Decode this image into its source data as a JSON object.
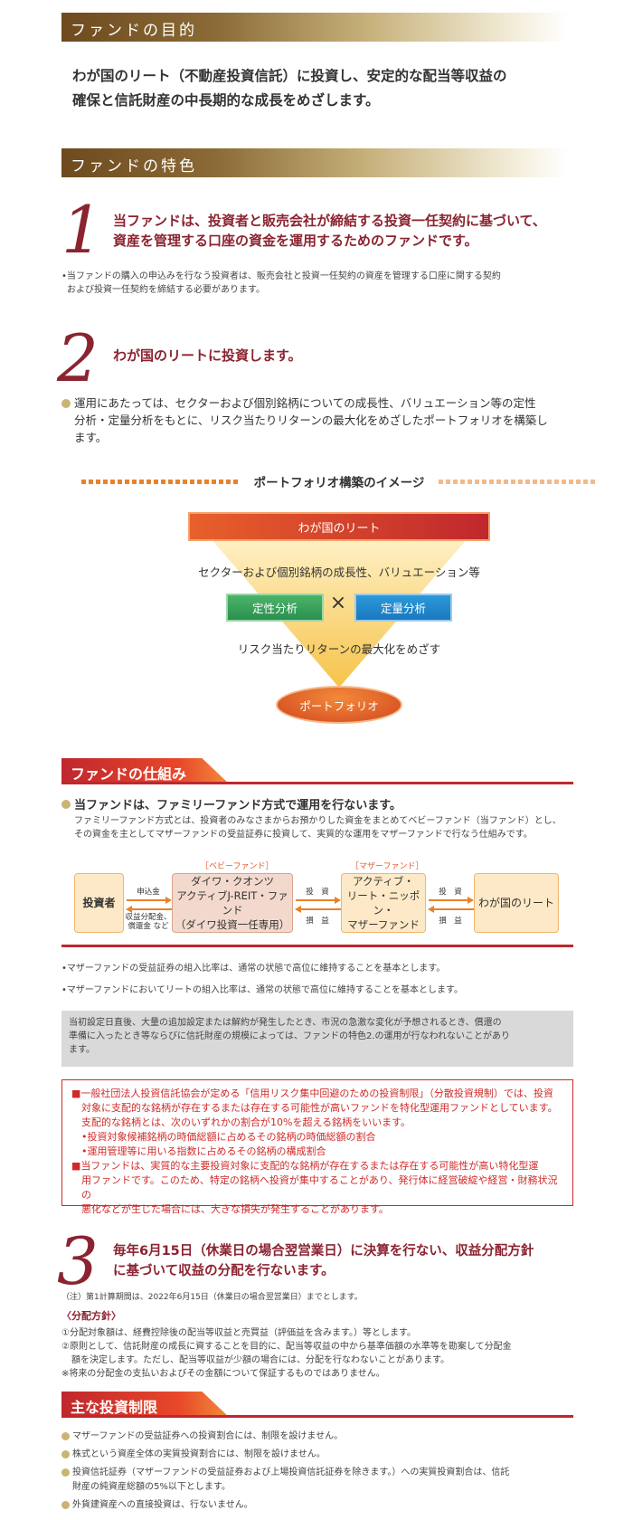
{
  "purpose": {
    "heading": "ファンドの目的",
    "lead_line1": "わが国のリート（不動産投資信託）に投資し、安定的な配当等収益の",
    "lead_line2": "確保と信託財産の中長期的な成長をめざします。"
  },
  "features": {
    "heading": "ファンドの特色",
    "f1": {
      "number": "1",
      "title_line1": "当ファンドは、投資者と販売会社が締結する投資一任契約に基づいて、",
      "title_line2": "資産を管理する口座の資金を運用するためのファンドです。",
      "note_line1": "•当ファンドの購入の申込みを行なう投資者は、販売会社と投資一任契約の資産を管理する口座に関する契約",
      "note_line2": "および投資一任契約を締結する必要があります。"
    },
    "f2": {
      "number": "2",
      "title": "わが国のリートに投資します。",
      "bullet_line1": "運用にあたっては、セクターおよび個別銘柄についての成長性、バリュエーション等の定性",
      "bullet_line2": "分析・定量分析をもとに、リスク当たりリターンの最大化をめざしたポートフォリオを構築し",
      "bullet_line3": "ます。"
    }
  },
  "portfolio_image": {
    "title": "ポートフォリオ構築のイメージ",
    "top_box": "わが国のリート",
    "line1": "セクターおよび個別銘柄の成長性、バリュエーション等",
    "qual": "定性分析",
    "times": "×",
    "quant": "定量分析",
    "line2": "リスク当たりリターンの最大化をめざす",
    "bottom": "ポートフォリオ"
  },
  "mechanism": {
    "heading": "ファンドの仕組み",
    "bullet": "当ファンドは、ファミリーファンド方式で運用を行ないます。",
    "desc_line1": "ファミリーファンド方式とは、投資者のみなさまからお預かりした資金をまとめてベビーファンド（当ファンド）とし、",
    "desc_line2": "その資金を主としてマザーファンドの受益証券に投資して、実質的な運用をマザーファンドで行なう仕組みです。",
    "diagram": {
      "investor": "投資者",
      "baby_tag": "［ベビーファンド］",
      "baby_line1": "ダイワ・クオンツ",
      "baby_line2": "アクティブJ-REIT・ファンド",
      "baby_line3": "（ダイワ投資一任専用）",
      "mother_tag": "［マザーファンド］",
      "mother_line1": "アクティブ・",
      "mother_line2": "リート・ニッポン・",
      "mother_line3": "マザーファンド",
      "reit": "わが国のリート",
      "apply": "申込金",
      "dist_line1": "収益分配金、",
      "dist_line2": "償還金 など",
      "invest1": "投　資",
      "pl1": "損　益",
      "invest2": "投　資",
      "pl2": "損　益"
    },
    "note1": "•マザーファンドの受益証券の組入比率は、通常の状態で高位に維持することを基本とします。",
    "note2": "•マザーファンドにおいてリートの組入比率は、通常の状態で高位に維持することを基本とします。",
    "gray_line1": "当初設定日直後、大量の追加設定または解約が発生したとき、市況の急激な変化が予想されるとき、償還の",
    "gray_line2": "準備に入ったとき等ならびに信託財産の規模によっては、ファンドの特色2.の運用が行なわれないことがあり",
    "gray_line3": "ます。"
  },
  "risk_box": {
    "p1_line1": "■一般社団法人投資信託協会が定める「信用リスク集中回避のための投資制限」（分散投資規制）では、投資",
    "p1_line2": "対象に支配的な銘柄が存在するまたは存在する可能性が高いファンドを特化型運用ファンドとしています。",
    "p1_line3": "支配的な銘柄とは、次のいずれかの割合が10%を超える銘柄をいいます。",
    "p1_line4": "•投資対象候補銘柄の時価総額に占めるその銘柄の時価総額の割合",
    "p1_line5": "•運用管理等に用いる指数に占めるその銘柄の構成割合",
    "p2_line1": "■当ファンドは、実質的な主要投資対象に支配的な銘柄が存在するまたは存在する可能性が高い特化型運",
    "p2_line2": "用ファンドです。このため、特定の銘柄へ投資が集中することがあり、発行体に経営破綻や経営・財務状況の",
    "p2_line3": "悪化などが生じた場合には、大きな損失が発生することがあります。"
  },
  "f3": {
    "number": "3",
    "title_line1": "毎年6月15日（休業日の場合翌営業日）に決算を行ない、収益分配方針",
    "title_line2": "に基づいて収益の分配を行ないます。",
    "note": "（注）第1計算期間は、2022年6月15日（休業日の場合翌営業日）までとします。",
    "policy_heading": "〈分配方針〉",
    "policy1": "①分配対象額は、経費控除後の配当等収益と売買益（評価益を含みます。）等とします。",
    "policy2_line1": "②原則として、信託財産の成長に資することを目的に、配当等収益の中から基準価額の水準等を勘案して分配金",
    "policy2_line2": "額を決定します。ただし、配当等収益が少額の場合には、分配を行なわないことがあります。",
    "policy3": "※将来の分配金の支払いおよびその金額について保証するものではありません。"
  },
  "restrictions": {
    "heading": "主な投資制限",
    "items": [
      "マザーファンドの受益証券への投資割合には、制限を設けません。",
      "株式という資産全体の実質投資割合には、制限を設けません。",
      "投資信託証券（マザーファンドの受益証券および上場投資信託証券を除きます。）への実質投資割合は、信託",
      "財産の純資産総額の5%以下とします。",
      "外貨建資産への直接投資は、行ないません。"
    ]
  }
}
